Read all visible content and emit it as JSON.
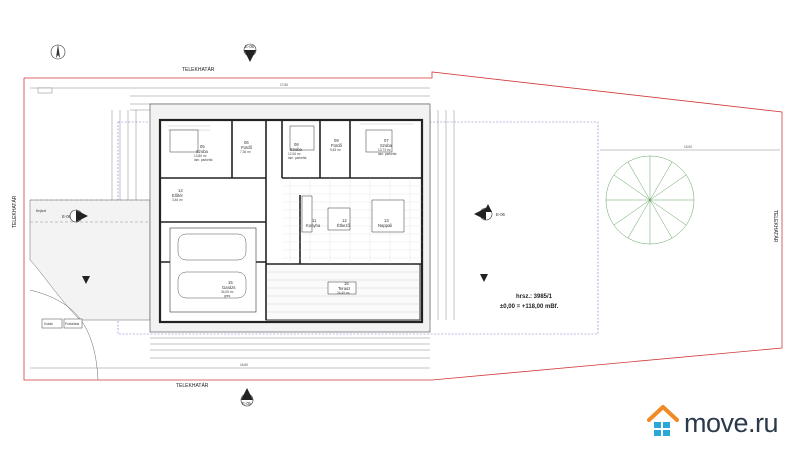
{
  "plot": {
    "boundary_label": "TELEKHATÁR",
    "parcel_text": "hrsz.: 3985/1",
    "level_text": "±0,00 = +118,00 mBf.",
    "section_top": "E-05",
    "section_bottom": "E-05",
    "section_left": "E-06",
    "section_right": "E-06",
    "top_dim": "17.60",
    "bottom_dim": "16.60",
    "right_dim": "10.00",
    "tree_dim": "10.00"
  },
  "rooms": [
    {
      "num": "05",
      "name": "Szoba",
      "area": "13,86 m²",
      "floor": "lam. parketta"
    },
    {
      "num": "06",
      "name": "Fürdő",
      "area": "7,36 m²",
      "floor": ""
    },
    {
      "num": "08",
      "name": "Szoba",
      "area": "12,06 m²",
      "floor": "lam. parketta"
    },
    {
      "num": "09",
      "name": "Fürdő",
      "area": "5,63 m²",
      "floor": ""
    },
    {
      "num": "07",
      "name": "Szoba",
      "area": "13,73 m²",
      "floor": "lam. parketta"
    },
    {
      "num": "14",
      "name": "Előtér",
      "area": "3,46 m²",
      "floor": ""
    },
    {
      "num": "13",
      "name": "Nappali",
      "area": "",
      "floor": ""
    },
    {
      "num": "12",
      "name": "Étkező",
      "area": "",
      "floor": ""
    },
    {
      "num": "11",
      "name": "Konyha",
      "area": "",
      "floor": ""
    },
    {
      "num": "15",
      "name": "Garázs",
      "area": "34,06 m²",
      "floor": "gres"
    },
    {
      "num": "16",
      "name": "Terasz",
      "area": "24,45 m²",
      "floor": ""
    }
  ],
  "labels": {
    "entrance": "Bejárat",
    "bins": "Kukák",
    "mailbox": "Postaláda"
  },
  "watermark": {
    "brand": "move.ru"
  }
}
